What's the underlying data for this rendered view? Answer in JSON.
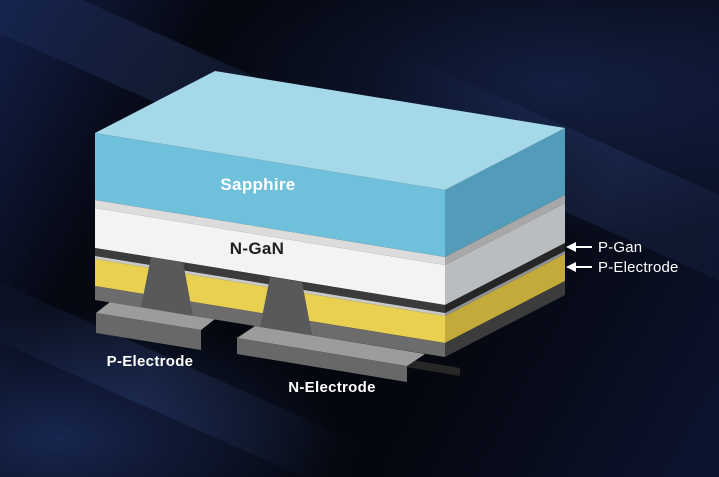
{
  "labels": {
    "sapphire": "Sapphire",
    "n_gan": "N-GaN",
    "p_gan": "P-Gan",
    "p_electrode_side": "P-Electrode",
    "p_electrode_bottom": "P-Electrode",
    "n_electrode_bottom": "N-Electrode"
  },
  "colors": {
    "background": "#05070f",
    "background_glow": "#2a4896",
    "sapphire_top": "#9bd4e6",
    "sapphire_front": "#6fc0da",
    "sapphire_side": "#539cb9",
    "buffer_front": "#dcdcdc",
    "buffer_side": "#a8a8a8",
    "ngan_front": "#f3f3f3",
    "ngan_side": "#b9bdbf",
    "pgan_front": "#3b3b3b",
    "pgan_side": "#262626",
    "thin_front": "#c9c9c9",
    "thin_side": "#8e9294",
    "pelectrode_front": "#e9d050",
    "pelectrode_side": "#c3aa3a",
    "base_front": "#6c6c6c",
    "base_side": "#3c3c3c",
    "pillar": "#595959",
    "slab_top": "#9c9c9c",
    "slab_front": "#686868",
    "slab_dark": "#272727",
    "text_light": "#ffffff",
    "text_dark": "#1f1f1f"
  }
}
